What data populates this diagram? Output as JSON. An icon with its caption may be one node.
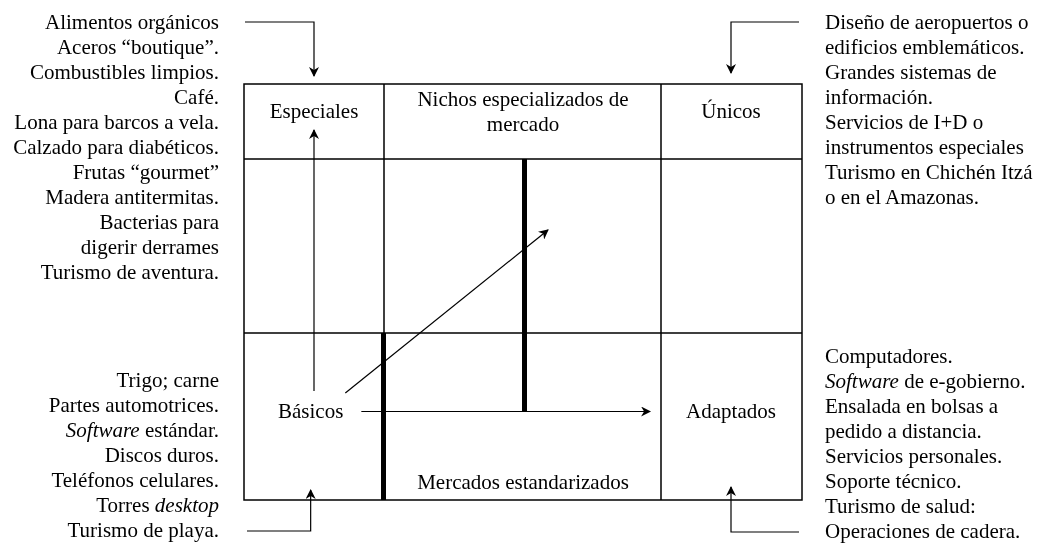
{
  "diagram": {
    "nodes": [
      {
        "text": [
          "Alimentos orgánicos",
          "Aceros “boutique”.",
          "Combustibles limpios.",
          "Café.",
          "Lona para barcos a vela.",
          "Calzado para diabéticos.",
          "Frutas “gourmet”",
          "Madera antitermitas.",
          "Bacterias para digerir derrames",
          "Turismo de aventura."
        ]
      },
      {
        "text": [
          "Diseño de aeropuertos o edificios emblemáticos.",
          "Grandes sistemas de información.",
          "Servicios de I+D o instrumentos especiales",
          "Turismo en Chichén Itzá o en el Amazonas."
        ]
      },
      {
        "text": [
          "Especiales"
        ]
      },
      {
        "text": [
          "Únicos"
        ]
      },
      {
        "text": [
          "Básicos"
        ]
      },
      {
        "text": [
          "Adaptados"
        ]
      },
      {
        "text": [
          "Trigo; carne",
          "Partes automotrices.",
          "*Software* estándar.",
          "Discos duros.",
          "Teléfonos celulares.",
          "Torres *desktop*",
          "Turismo de playa."
        ]
      },
      {
        "text": [
          "Computadores.",
          "*Software* de e-gobierno.",
          "Ensalada en bolsas a pedido a distancia.",
          "Servicios personales.",
          "Soporte técnico.",
          "Turismo de salud: Operaciones de cadera."
        ]
      }
    ],
    "edges": [
      {
        "from": 0,
        "to": 2,
        "arrow": "to"
      },
      {
        "from": 1,
        "to": 3,
        "arrow": "to"
      },
      {
        "from": 4,
        "to": 2,
        "arrow": "to"
      },
      {
        "from": 4,
        "to": null,
        "arrow": "to"
      },
      {
        "from": 4,
        "to": 5,
        "arrow": "to"
      },
      {
        "from": 6,
        "to": 4,
        "arrow": "to"
      },
      {
        "from": 7,
        "to": 5,
        "arrow": "to"
      }
    ],
    "labels": [
      "Nichos especializados de mercado",
      "Mercados estandarizados"
    ]
  }
}
